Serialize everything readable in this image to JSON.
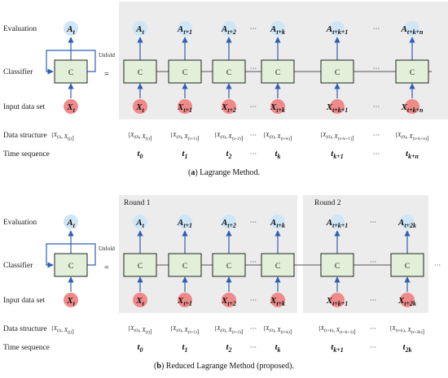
{
  "panel_a": {
    "row_labels": {
      "evaluation": "Evaluation",
      "classifier": "Classifier",
      "input": "Input data set",
      "structure": "Data structure",
      "time": "Time sequence"
    },
    "unfold": "Unfold",
    "equals": "=",
    "classifier_label": "C",
    "folded": {
      "eval": "A_t",
      "input": "X_t",
      "structure": "[X_(i), X_(j)]"
    },
    "cells": [
      {
        "eval": "A_t",
        "input": "X_t",
        "structure": "[X_(0), X_(t)]",
        "time": "t_0"
      },
      {
        "eval": "A_t+1",
        "input": "X_t+1",
        "structure": "[X_(0), X_(t+1)]",
        "time": "t_1"
      },
      {
        "eval": "A_t+2",
        "input": "X_t+2",
        "structure": "[X_(0), X_(t+2)]",
        "time": "t_2"
      },
      {
        "eval": "A_t+k",
        "input": "X_t+k",
        "structure": "[X_(0), X_(t+k)]",
        "time": "t_k"
      },
      {
        "eval": "A_t+k+1",
        "input": "X_t+k+1",
        "structure": "[X_(0), X_(t+k+1)]",
        "time": "t_k+1"
      },
      {
        "eval": "A_t+k+n",
        "input": "X_t+k+n",
        "structure": "[X_(0), X_(t+k+n)]",
        "time": "t_k+n"
      }
    ],
    "ellipsis": "···",
    "caption_letter": "(a)",
    "caption_text": "Lagrange Method."
  },
  "panel_b": {
    "row_labels": {
      "evaluation": "Evaluation",
      "classifier": "Classifier",
      "input": "Input data set",
      "structure": "Data structure",
      "time": "Time sequence"
    },
    "unfold": "Unfold",
    "equals": "=",
    "classifier_label": "C",
    "round1": "Round 1",
    "round2": "Round 2",
    "folded": {
      "eval": "A_t",
      "input": "X_t",
      "structure": "[X_(i), X_(j)]"
    },
    "cells": [
      {
        "eval": "A_t",
        "input": "X_t",
        "structure": "[X_(0), X_(t)]",
        "time": "t_0"
      },
      {
        "eval": "A_t+1",
        "input": "X_t+1",
        "structure": "[X_(0), X_(t+1)]",
        "time": "t_1"
      },
      {
        "eval": "A_t+2",
        "input": "X_t+2",
        "structure": "[X_(0), X_(t+2)]",
        "time": "t_2"
      },
      {
        "eval": "A_t+k",
        "input": "X_t+k",
        "structure": "[X_(0), X_(t+k)]",
        "time": "t_k"
      },
      {
        "eval": "A_t+k+1",
        "input": "X_t+k+1",
        "structure": "[X_(t+k), X_(t+k+1)]",
        "time": "t_k+1"
      },
      {
        "eval": "A_t+2k",
        "input": "X_t+2k",
        "structure": "[X_(t+k), X_(t+2k)]",
        "time": "t_2k"
      }
    ],
    "ellipsis": "···",
    "caption_letter": "(b)",
    "caption_text": "Reduced Lagrange Method (proposed)."
  },
  "colors": {
    "panel_bg": "#ececec",
    "box_fill": "#e2f0d9",
    "box_stroke": "#222222",
    "eval_circle": "#cfe6f7",
    "input_circle": "#f08a8a",
    "arrow": "#2f5fb5"
  }
}
